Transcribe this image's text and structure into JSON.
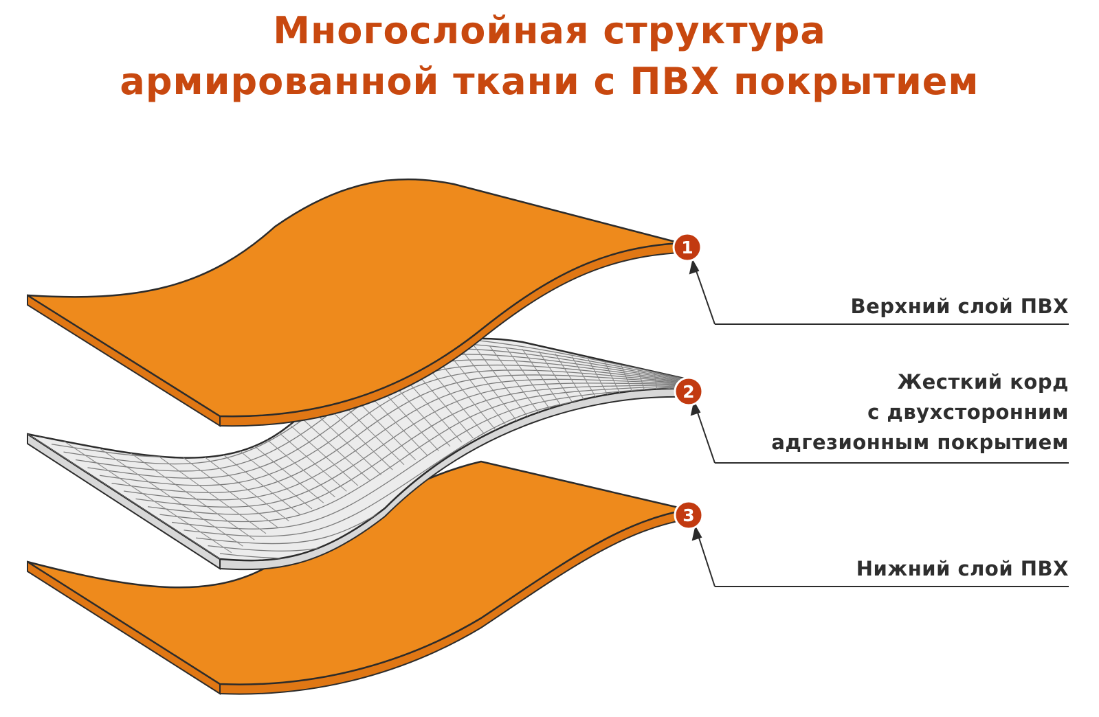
{
  "title": {
    "line1": "Многослойная структура",
    "line2": "армированной ткани с ПВХ покрытием"
  },
  "colors": {
    "title": "#c8480f",
    "pvc_layer": "#ee8a1c",
    "pvc_edge": "#e07714",
    "cord_layer": "#ececec",
    "outline": "#2b2b2b",
    "marker": "#c23a10",
    "label_text": "#2e2e2e"
  },
  "layers": [
    {
      "number": "1",
      "lines": [
        "Верхний слой ПВХ"
      ]
    },
    {
      "number": "2",
      "lines": [
        "Жесткий корд",
        "с двухсторонним",
        "адгезионным покрытием"
      ]
    },
    {
      "number": "3",
      "lines": [
        "Нижний слой ПВХ"
      ]
    }
  ]
}
